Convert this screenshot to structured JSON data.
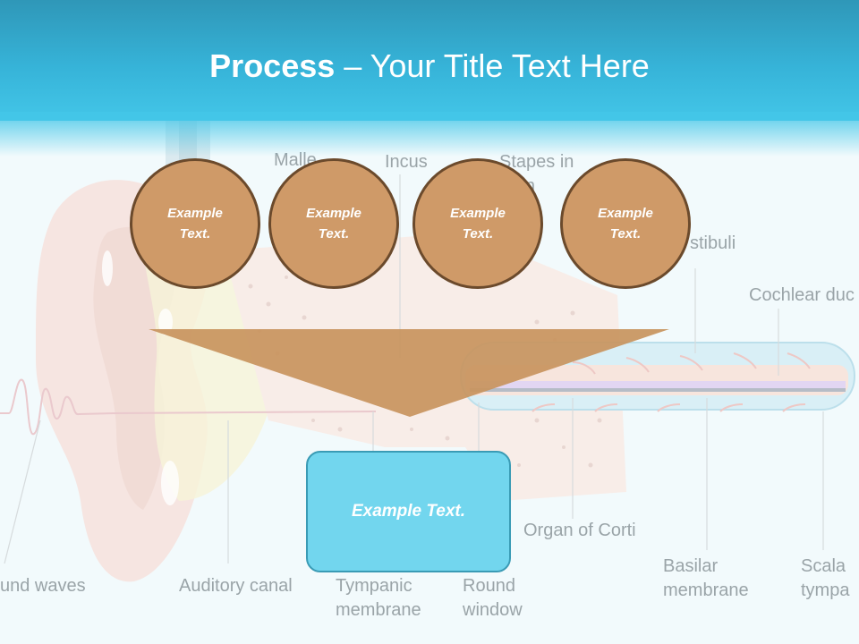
{
  "title": {
    "bold": "Process",
    "rest": " – Your Title Text Here"
  },
  "background_labels": {
    "malleus": "Malle",
    "incus": "Incus",
    "stapes": "Stapes in\n   l win",
    "vestibuli": "stibuli",
    "cochlear_duct": "Cochlear duc",
    "sound_waves": "und waves",
    "auditory_canal": "Auditory canal",
    "tympanic_membrane": "Tympanic\nmembrane",
    "round_window": "Round\nwindow",
    "organ_of_corti": "Organ of Corti",
    "basilar_membrane": "Basilar\nmembrane",
    "scala_tympani": "Scala\ntympa"
  },
  "steps": [
    {
      "text": "Example\nText."
    },
    {
      "text": "Example\nText."
    },
    {
      "text": "Example\nText."
    },
    {
      "text": "Example\nText."
    }
  ],
  "result": {
    "text": "Example Text."
  },
  "colors": {
    "header": "#36b3d8",
    "circle_fill": "#cf9a68",
    "circle_border": "#6b4a2c",
    "funnel": "#c8955f",
    "result_fill": "#72d6ee",
    "result_border": "#3a9bb5"
  }
}
